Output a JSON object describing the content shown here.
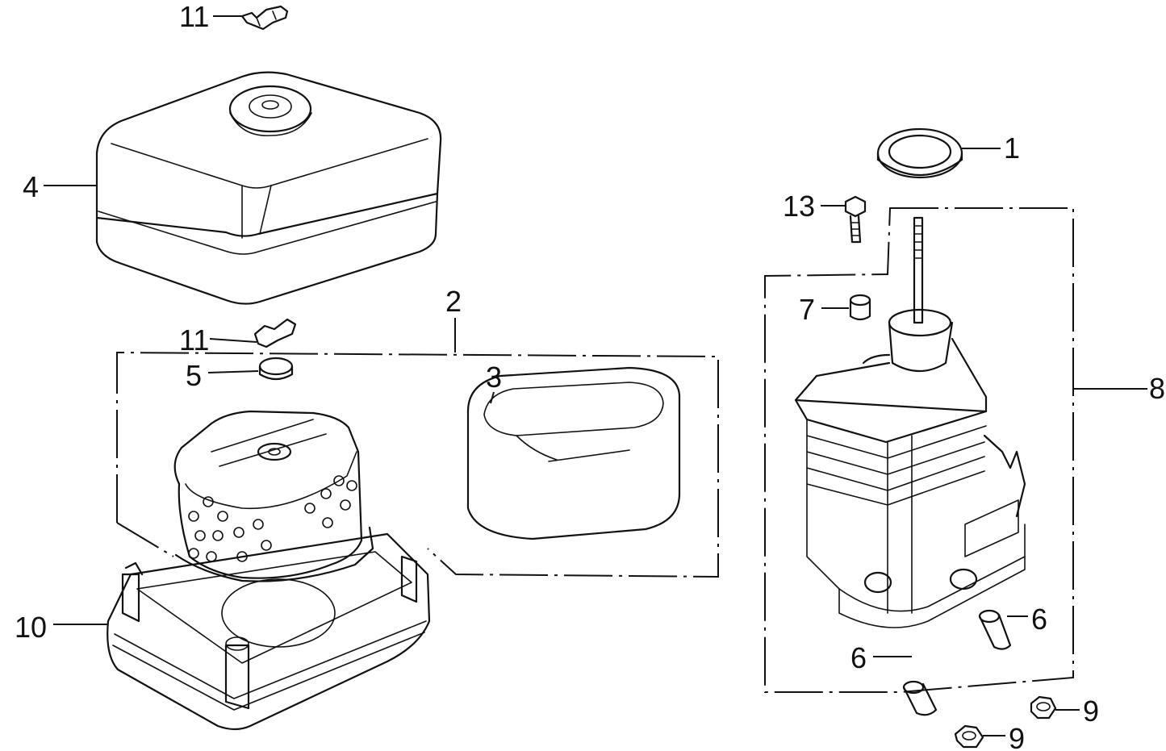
{
  "diagram": {
    "callouts": {
      "c1": "1",
      "c2": "2",
      "c3": "3",
      "c4": "4",
      "c5": "5",
      "c6a": "6",
      "c6b": "6",
      "c7": "7",
      "c8": "8",
      "c9a": "9",
      "c9b": "9",
      "c10": "10",
      "c11a": "11",
      "c11b": "11",
      "c13": "13"
    }
  }
}
